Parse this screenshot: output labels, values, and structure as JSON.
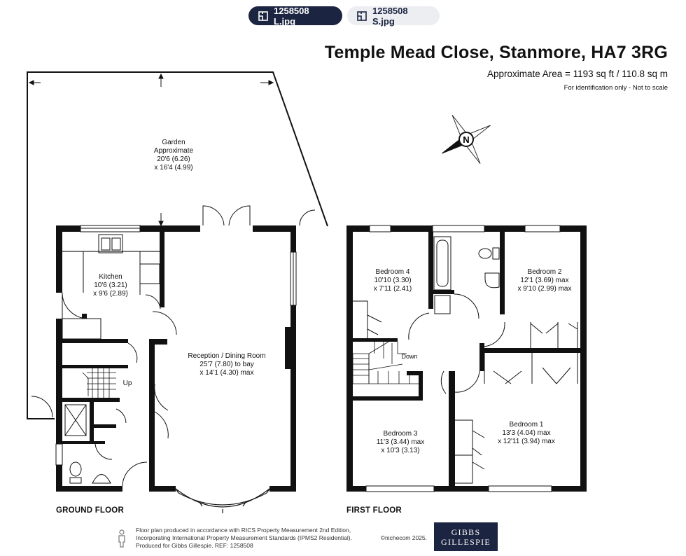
{
  "tabs": [
    {
      "label": "1258508 L.jpg",
      "icon": "floorplan-icon",
      "active": true
    },
    {
      "label": "1258508 S.jpg",
      "icon": "floorplan-icon",
      "active": false
    }
  ],
  "header": {
    "title": "Temple Mead Close, Stanmore, HA7 3RG",
    "area": "Approximate Area = 1193 sq ft / 110.8 sq m",
    "note": "For identification only - Not to scale"
  },
  "compass": {
    "letter": "N"
  },
  "ground_floor": {
    "label": "GROUND FLOOR",
    "stairs_label": "Up",
    "garden": [
      "Garden",
      "Approximate",
      "20'6 (6.26)",
      "x 16'4 (4.99)"
    ],
    "kitchen": [
      "Kitchen",
      "10'6 (3.21)",
      "x 9'6 (2.89)"
    ],
    "reception": [
      "Reception / Dining Room",
      "25'7 (7.80) to bay",
      "x 14'1 (4.30) max"
    ]
  },
  "first_floor": {
    "label": "FIRST FLOOR",
    "stairs_label": "Down",
    "bedroom4": [
      "Bedroom 4",
      "10'10 (3.30)",
      "x 7'11 (2.41)"
    ],
    "bedroom2": [
      "Bedroom 2",
      "12'1 (3.69) max",
      "x 9'10 (2.99) max"
    ],
    "bedroom3": [
      "Bedroom 3",
      "11'3 (3.44) max",
      "x 10'3 (3.13)"
    ],
    "bedroom1": [
      "Bedroom 1",
      "13'3 (4.04) max",
      "x 12'11 (3.94) max"
    ]
  },
  "footer": {
    "line1": "Floor plan produced in accordance with RICS Property Measurement 2nd Edition,",
    "line2": "Incorporating International Property Measurement Standards (IPMS2 Residential).",
    "line2_right": "©nichecom 2025.",
    "line3": "Produced for Gibbs Gillespie.   REF:  1258508"
  },
  "logo": {
    "line1": "GIBBS",
    "line2": "GILLESPIE"
  }
}
